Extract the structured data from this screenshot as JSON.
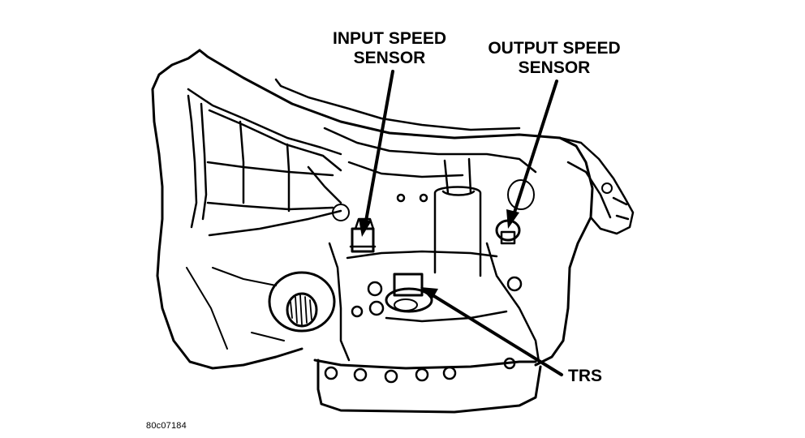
{
  "labels": {
    "input_speed_sensor": [
      "INPUT SPEED",
      "SENSOR"
    ],
    "output_speed_sensor": [
      "OUTPUT SPEED",
      "SENSOR"
    ],
    "trs": "TRS"
  },
  "figure_id": "80c07184"
}
